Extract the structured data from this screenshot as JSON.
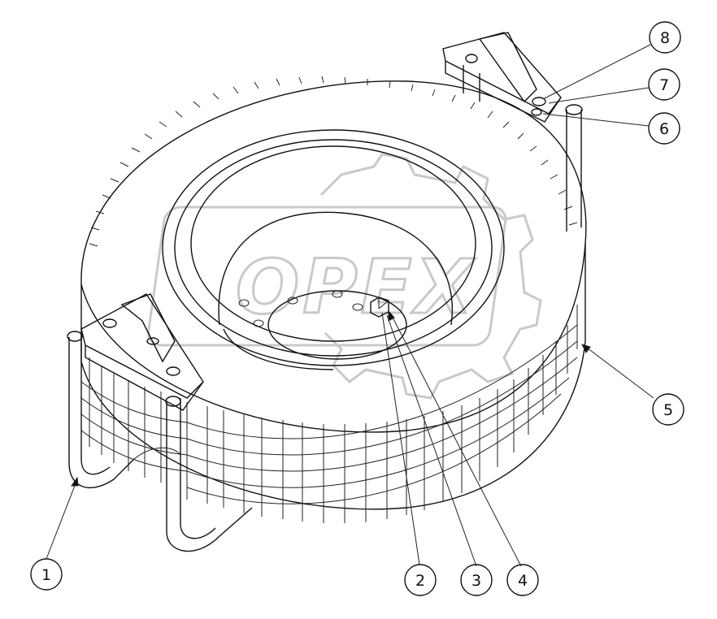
{
  "diagram": {
    "watermark_text": "OPEX",
    "callouts": [
      {
        "id": "1",
        "label": "1"
      },
      {
        "id": "2",
        "label": "2"
      },
      {
        "id": "3",
        "label": "3"
      },
      {
        "id": "4",
        "label": "4"
      },
      {
        "id": "5",
        "label": "5"
      },
      {
        "id": "6",
        "label": "6"
      },
      {
        "id": "7",
        "label": "7"
      },
      {
        "id": "8",
        "label": "8"
      }
    ]
  }
}
